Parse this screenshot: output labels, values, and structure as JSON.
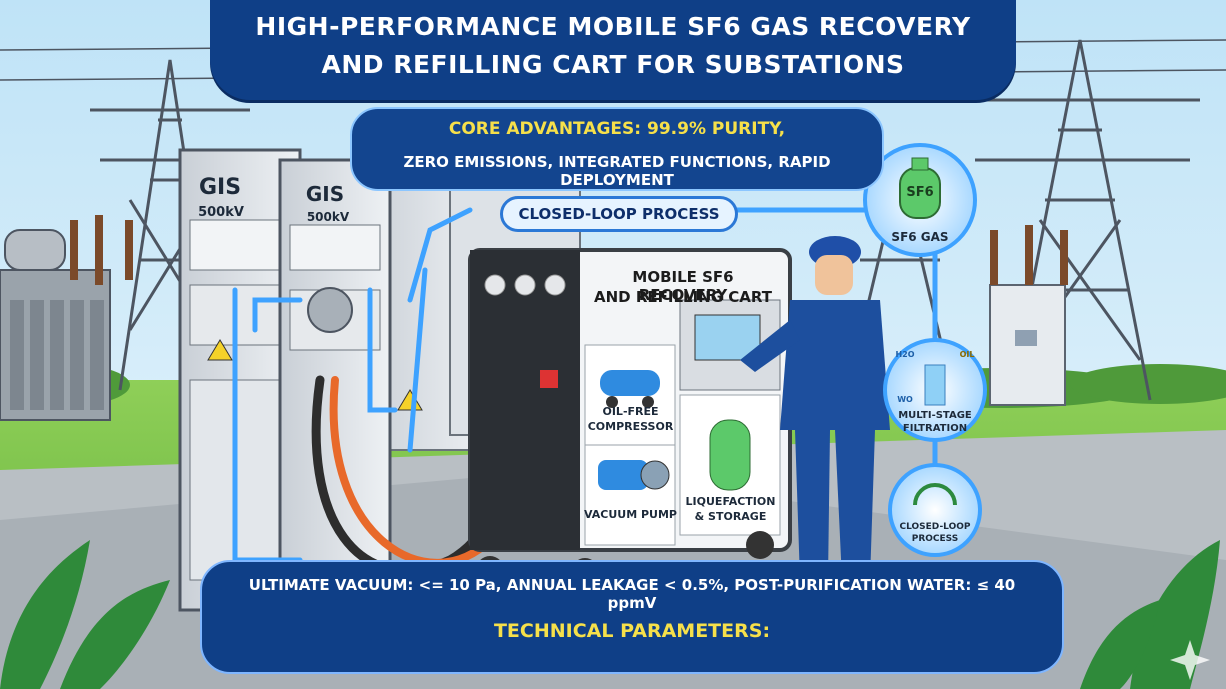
{
  "title": {
    "line1": "HIGH-PERFORMANCE MOBILE SF6 GAS RECOVERY",
    "line2": "AND REFILLING CART FOR SUBSTATIONS"
  },
  "advantages": {
    "line1": "CORE ADVANTAGES: 99.9% PURITY,",
    "line2": "ZERO EMISSIONS, INTEGRATED FUNCTIONS, RAPID DEPLOYMENT"
  },
  "process_label": "CLOSED-LOOP PROCESS",
  "gis": {
    "unit1_name": "GIS",
    "unit1_voltage": "500kV",
    "unit2_name": "GIS",
    "unit2_voltage": "500kV"
  },
  "cart": {
    "title_line1": "MOBILE SF6 RECOVERY",
    "title_line2": "AND REFILLING CART",
    "compressor_line1": "OIL-FREE",
    "compressor_line2": "COMPRESSOR",
    "vacuum_pump": "VACUUM PUMP",
    "liquefaction_line1": "LIQUEFACTION",
    "liquefaction_line2": "& STORAGE"
  },
  "cycle": {
    "gas_badge": "SF6",
    "gas_label": "SF6 GAS",
    "filter_line1": "MULTI-STAGE",
    "filter_line2": "FILTRATION",
    "filter_badges": [
      "H2O",
      "OIL",
      "WO"
    ],
    "closed_line1": "CLOSED-LOOP",
    "closed_line2": "PROCESS"
  },
  "parameters": {
    "heading": "TECHNICAL PARAMETERS:",
    "line": "ULTIMATE VACUUM: <= 10 Pa, ANNUAL LEAKAGE < 0.5%, POST-PURIFICATION WATER: ≤ 40 ppmV"
  },
  "colors": {
    "banner_blue": "#0f3f87",
    "accent_yellow": "#f6e04a",
    "glow_blue": "#3ea2ff",
    "sf6_green": "#5cc96a",
    "hose_orange": "#e8692a"
  },
  "icons": [
    "gas-cylinder-icon",
    "filter-icon",
    "recycle-icon",
    "compressor-icon",
    "vacuum-pump-icon",
    "storage-tank-icon",
    "sparkle-icon"
  ]
}
